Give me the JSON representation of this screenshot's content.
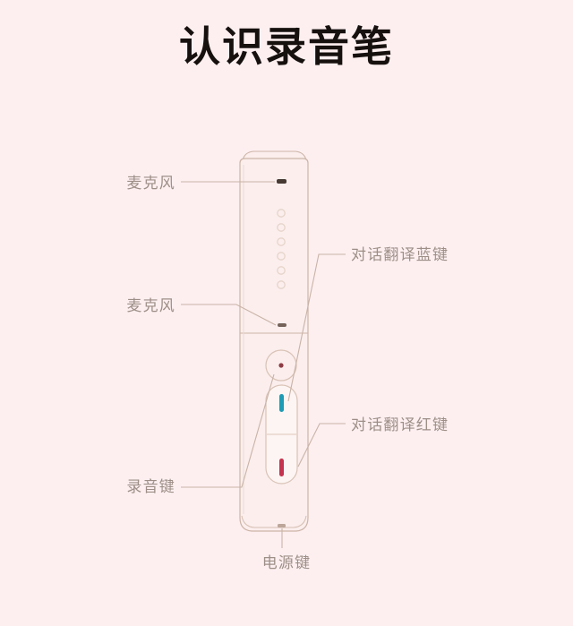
{
  "page": {
    "title": "认识录音笔",
    "background_color": "#fdeff0",
    "label_color": "#9d8f87",
    "title_color": "#16100f",
    "device_outline_color": "#cbb3a6"
  },
  "device": {
    "name": "voice-recorder-pen",
    "body_fill": "#fbeeed",
    "parts": {
      "microphone_top": {
        "name": "microphone-slot-top",
        "color": "#3b322d"
      },
      "microphone_bottom": {
        "name": "microphone-slot-bottom",
        "color": "#6d5b52"
      },
      "led_indicators": {
        "name": "led-indicator-dots",
        "count": 6,
        "color": "#e3d2c9"
      },
      "record_button": {
        "name": "record-button",
        "dot_color": "#8d3b44"
      },
      "blue_key": {
        "name": "conversation-translate-blue-key",
        "color": "#1f9bb5"
      },
      "red_key": {
        "name": "conversation-translate-red-key",
        "color": "#c4334f"
      },
      "power_button": {
        "name": "power-button",
        "color": "#b9a194"
      }
    }
  },
  "callouts": [
    {
      "id": "mic-top",
      "label": "麦克风",
      "side": "left",
      "target": "microphone-slot-top"
    },
    {
      "id": "mic-bottom",
      "label": "麦克风",
      "side": "left",
      "target": "microphone-slot-bottom"
    },
    {
      "id": "blue-key",
      "label": "对话翻译蓝键",
      "side": "right",
      "target": "conversation-translate-blue-key"
    },
    {
      "id": "red-key",
      "label": "对话翻译红键",
      "side": "right",
      "target": "conversation-translate-red-key"
    },
    {
      "id": "record-key",
      "label": "录音键",
      "side": "left",
      "target": "record-button"
    },
    {
      "id": "power-key",
      "label": "电源键",
      "side": "bottom",
      "target": "power-button"
    }
  ]
}
